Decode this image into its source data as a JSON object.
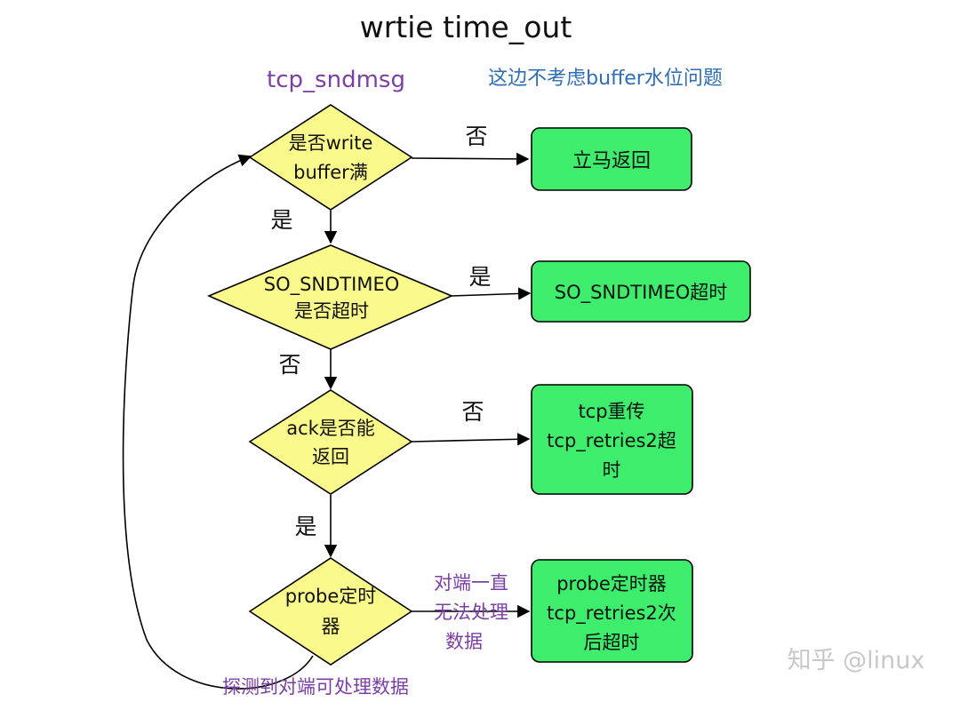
{
  "title": "wrtie time_out",
  "subtitle_left": "tcp_sndmsg",
  "subtitle_right": "这边不考虑buffer水位问题",
  "colors": {
    "diamond_fill": "#fafa8c",
    "box_fill": "#3ded6b",
    "purple": "#7b3fa6",
    "blue": "#2f6db5",
    "stroke": "#000000"
  },
  "decisions": {
    "d1": [
      "是否write",
      "buffer满"
    ],
    "d2": [
      "SO_SNDTIMEO",
      "是否超时"
    ],
    "d3": [
      "ack是否能",
      "返回"
    ],
    "d4": [
      "probe定时",
      "器"
    ]
  },
  "results": {
    "r1": [
      "立马返回"
    ],
    "r2": [
      "SO_SNDTIMEO超时"
    ],
    "r3": [
      "tcp重传",
      "tcp_retries2超",
      "时"
    ],
    "r4": [
      "probe定时器",
      "tcp_retries2次",
      "后超时"
    ]
  },
  "edge_labels": {
    "d1_r1": "否",
    "d1_d2": "是",
    "d2_r2": "是",
    "d2_d3": "否",
    "d3_r3": "否",
    "d3_d4": "是",
    "d4_r4": [
      "对端一直",
      "无法处理",
      "数据"
    ],
    "loop": "探测到对端可处理数据"
  },
  "watermark": "知乎 @linux"
}
